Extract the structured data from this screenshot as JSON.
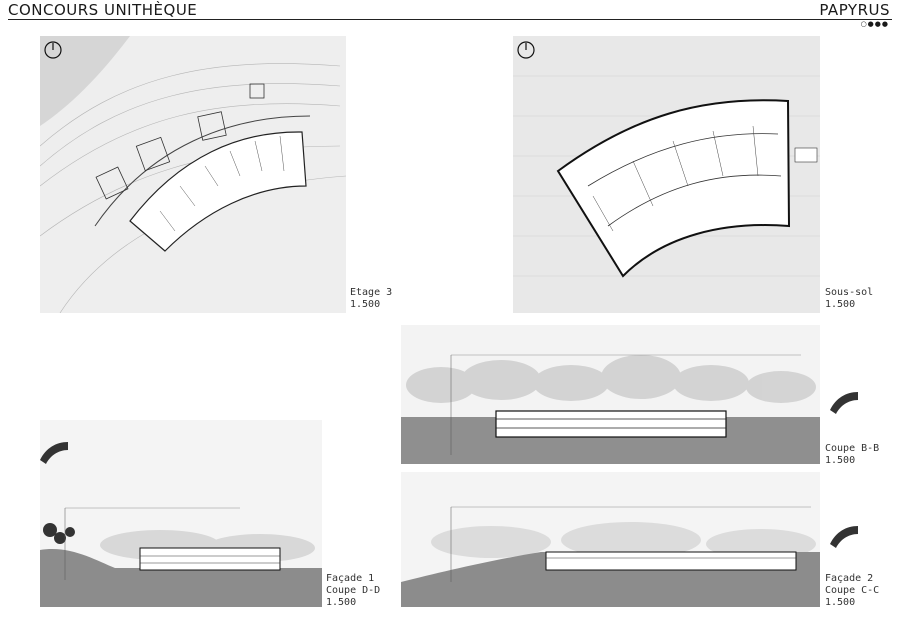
{
  "header": {
    "title": "CONCOURS UNITHÈQUE",
    "brand": "PAPYRUS",
    "dots": "○●●●"
  },
  "captions": {
    "etage3": {
      "name": "Etage 3",
      "scale": "1.500"
    },
    "soussol": {
      "name": "Sous-sol",
      "scale": "1.500"
    },
    "coupe_bb": {
      "name": "Coupe B-B",
      "scale": "1.500"
    },
    "facade1": {
      "name": "Façade 1",
      "section": "Coupe D-D",
      "scale": "1.500"
    },
    "facade2": {
      "name": "Façade 2",
      "section": "Coupe C-C",
      "scale": "1.500"
    }
  },
  "colors": {
    "sheet": "#ffffff",
    "plan_bg": "#ececec",
    "ground": "#8c8c8c",
    "ink": "#1a1a1a"
  }
}
